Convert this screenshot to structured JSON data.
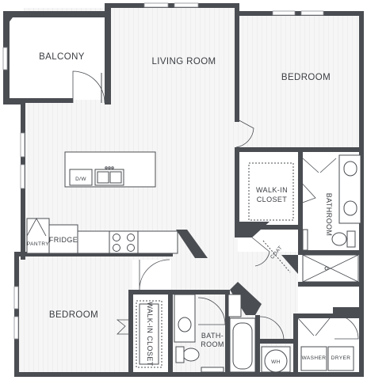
{
  "rooms": {
    "balcony": "BALCONY",
    "living_room": "LIVING ROOM",
    "bedroom_main": "BEDROOM",
    "walk_in_closet_main_line1": "WALK-IN",
    "walk_in_closet_main_line2": "CLOSET",
    "bathroom_main": "BATHROOM",
    "bedroom_second": "BEDROOM",
    "walk_in_closet_second": "WALK-IN CLOSET",
    "bathroom_second_line1": "BATH-",
    "bathroom_second_line2": "ROOM",
    "coat": "COAT",
    "pantry": "PANTRY",
    "fridge": "FRIDGE",
    "dishwasher": "D/W",
    "water_heater": "WH",
    "washer": "WASHER",
    "dryer": "DRYER"
  },
  "colors": {
    "wall": "#4a4d52",
    "floor": "#f4f4f4",
    "label": "#3a3d42"
  }
}
